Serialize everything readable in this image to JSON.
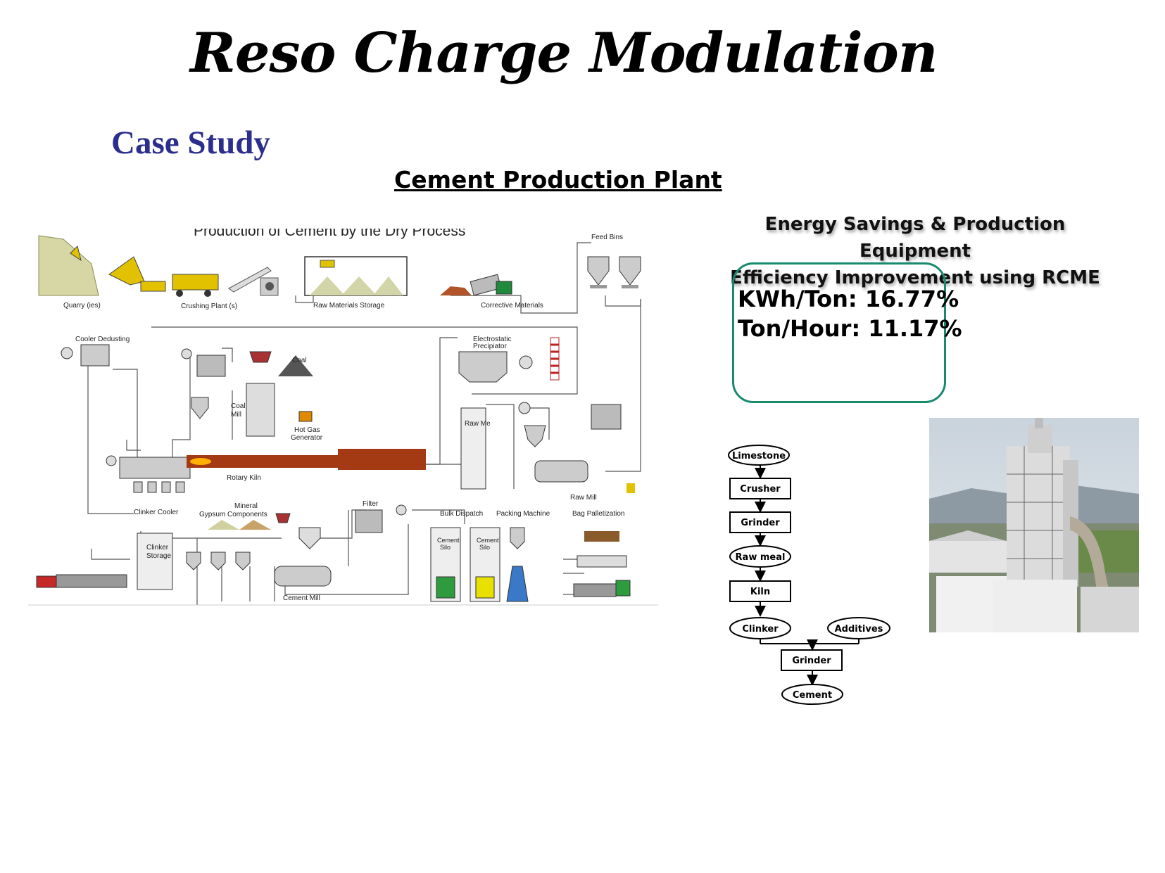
{
  "header": {
    "title": "Reso Charge Modulation",
    "case_study": "Case Study",
    "plant_title": "Cement Production Plant"
  },
  "process_diagram": {
    "title": "Production of Cement by the Dry Process",
    "labels": {
      "quarry": "Quarry (ies)",
      "crushing": "Crushing Plant (s)",
      "raw_storage": "Raw Materials Storage",
      "corrective": "Corrective Materials",
      "feed_bins": "Feed Bins",
      "cooler_dedusting": "Cooler Dedusting",
      "coal": "Coal",
      "coal_mill_1": "Coal",
      "coal_mill_2": "Mill",
      "hot_gas_1": "Hot Gas",
      "hot_gas_2": "Generator",
      "esp_1": "Electrostatic",
      "esp_2": "Precipiator",
      "raw_meal_silo": "Raw Me",
      "rotary_kiln": "Rotary Kiln",
      "raw_mill": "Raw Mill",
      "clinker_cooler": "Clinker Cooler",
      "mineral_1": "Mineral",
      "mineral_2": "Gypsum Components",
      "filter": "Filter",
      "bulk_dispatch": "Bulk Dispatch",
      "packing_machine": "Packing Machine",
      "bag_palletization": "Bag Palletization",
      "clinker_storage_1": "Clinker",
      "clinker_storage_2": "Storage",
      "cement_silo_1": "Cement",
      "cement_silo_2": "Silo",
      "cement_mill": "Cement Mill"
    }
  },
  "energy_panel": {
    "line1": "Energy Savings & Production Equipment",
    "line2": "Efficiency Improvement using RCME",
    "kwh": "KWh/Ton: 16.77%",
    "ton": "Ton/Hour: 11.17%",
    "accent": "#1a8a6e"
  },
  "flowchart": {
    "limestone": "Limestone",
    "crusher": "Crusher",
    "grinder1": "Grinder",
    "rawmeal": "Raw meal",
    "kiln": "Kiln",
    "clinker": "Clinker",
    "additives": "Additives",
    "grinder2": "Grinder",
    "cement": "Cement"
  },
  "colors": {
    "title_blue": "#2b2e8c",
    "kiln": "#a33a14",
    "truck_yellow": "#e8c000",
    "truck_green": "#1e8a3a"
  }
}
